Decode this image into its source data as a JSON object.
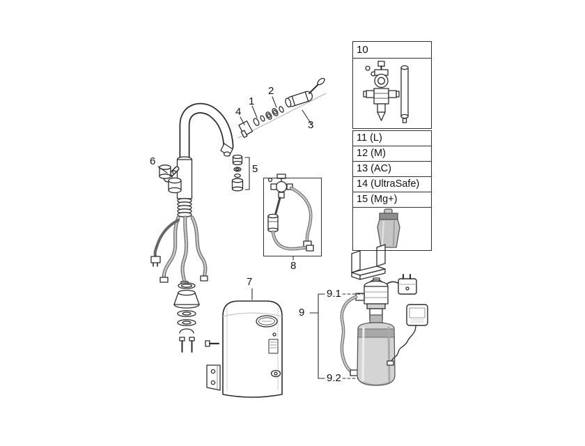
{
  "diagram": {
    "type": "exploded-parts-diagram",
    "callouts": {
      "c1": "1",
      "c2": "2",
      "c3": "3",
      "c4": "4",
      "c5": "5",
      "c6": "6",
      "c7": "7",
      "c8": "8",
      "c9": "9",
      "c9_1": "9.1",
      "c9_2": "9.2",
      "c10": "10"
    },
    "parts_list": {
      "rows": [
        {
          "label": "11 (L)"
        },
        {
          "label": "12 (M)"
        },
        {
          "label": "13 (AC)"
        },
        {
          "label": "14 (UltraSafe)"
        },
        {
          "label": "15 (Mg+)"
        }
      ]
    },
    "colors": {
      "line": "#2b2b2b",
      "light_line": "#999999",
      "hose": "#666666",
      "hose_braid": "#c9c9c9",
      "gray_fill": "#c6c6c6",
      "dark_gray_fill": "#8f8f8f",
      "background": "#ffffff"
    }
  }
}
